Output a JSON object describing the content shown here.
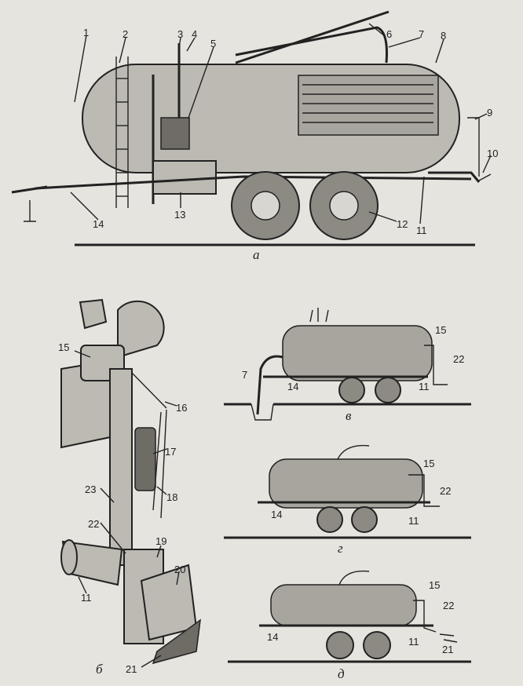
{
  "views": {
    "a": {
      "caption": "а"
    },
    "b": {
      "caption": "б"
    },
    "v": {
      "caption": "в"
    },
    "g": {
      "caption": "г"
    },
    "d": {
      "caption": "д"
    }
  },
  "callouts_a": [
    "1",
    "2",
    "3",
    "4",
    "5",
    "6",
    "7",
    "8",
    "9",
    "10",
    "11",
    "12",
    "13",
    "14"
  ],
  "callouts_b": [
    "15",
    "16",
    "17",
    "18",
    "23",
    "22",
    "19",
    "20",
    "11",
    "21"
  ],
  "callouts_v": [
    "15",
    "22",
    "7",
    "14",
    "11"
  ],
  "callouts_g": [
    "15",
    "22",
    "14",
    "11"
  ],
  "callouts_d": [
    "15",
    "22",
    "14",
    "11",
    "21"
  ],
  "colors": {
    "background": "#e6e4df",
    "ink": "#222222",
    "tank": "#bdbab3",
    "liquid": "#a8a59e"
  }
}
